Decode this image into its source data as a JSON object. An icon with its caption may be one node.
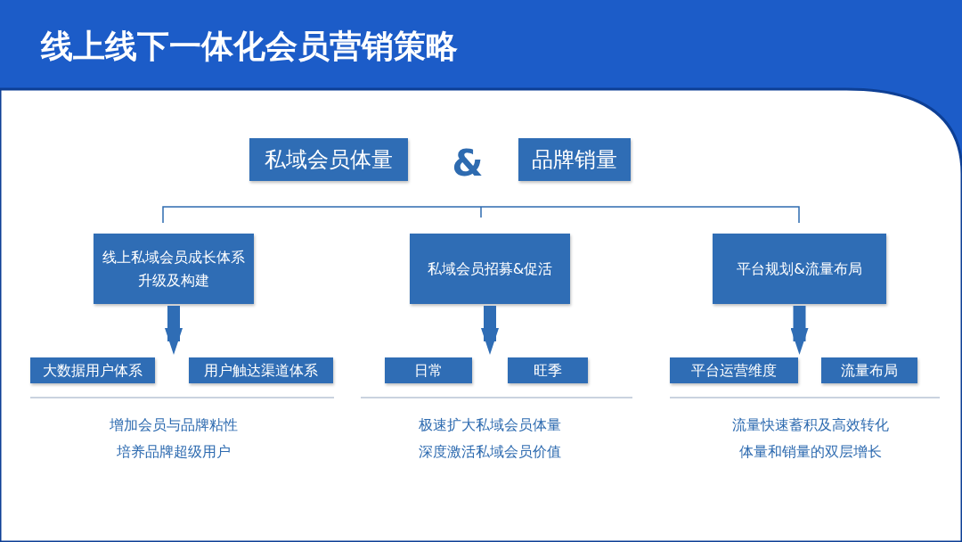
{
  "diagram": {
    "title": "线上线下一体化会员营销策略",
    "nodes": [
      {
        "text": [
          "私域会员体量"
        ]
      },
      {
        "text": [
          "品牌销量"
        ]
      },
      {
        "text": [
          "线上私域会员成长体系升级及构建"
        ]
      },
      {
        "text": [
          "私域会员招募&促活"
        ]
      },
      {
        "text": [
          "平台规划&流量布局"
        ]
      },
      {
        "text": [
          "大数据用户体系"
        ]
      },
      {
        "text": [
          "用户触达渠道体系"
        ]
      },
      {
        "text": [
          "日常"
        ]
      },
      {
        "text": [
          "旺季"
        ]
      },
      {
        "text": [
          "平台运营维度"
        ]
      },
      {
        "text": [
          "流量布局"
        ]
      }
    ],
    "edges": [
      {
        "from": 2,
        "to": 5,
        "arrow": "to"
      },
      {
        "from": 2,
        "to": 6,
        "arrow": "to"
      },
      {
        "from": 3,
        "to": 7,
        "arrow": "to"
      },
      {
        "from": 3,
        "to": 8,
        "arrow": "to"
      },
      {
        "from": 4,
        "to": 9,
        "arrow": "to"
      },
      {
        "from": 4,
        "to": 10,
        "arrow": "to"
      }
    ],
    "labels": [
      "&",
      "增加会员与品牌粘性",
      "培养品牌超级用户",
      "极速扩大私域会员体量",
      "深度激活私域会员价值",
      "流量快速蓄积及高效转化",
      "体量和销量的双层增长"
    ]
  }
}
